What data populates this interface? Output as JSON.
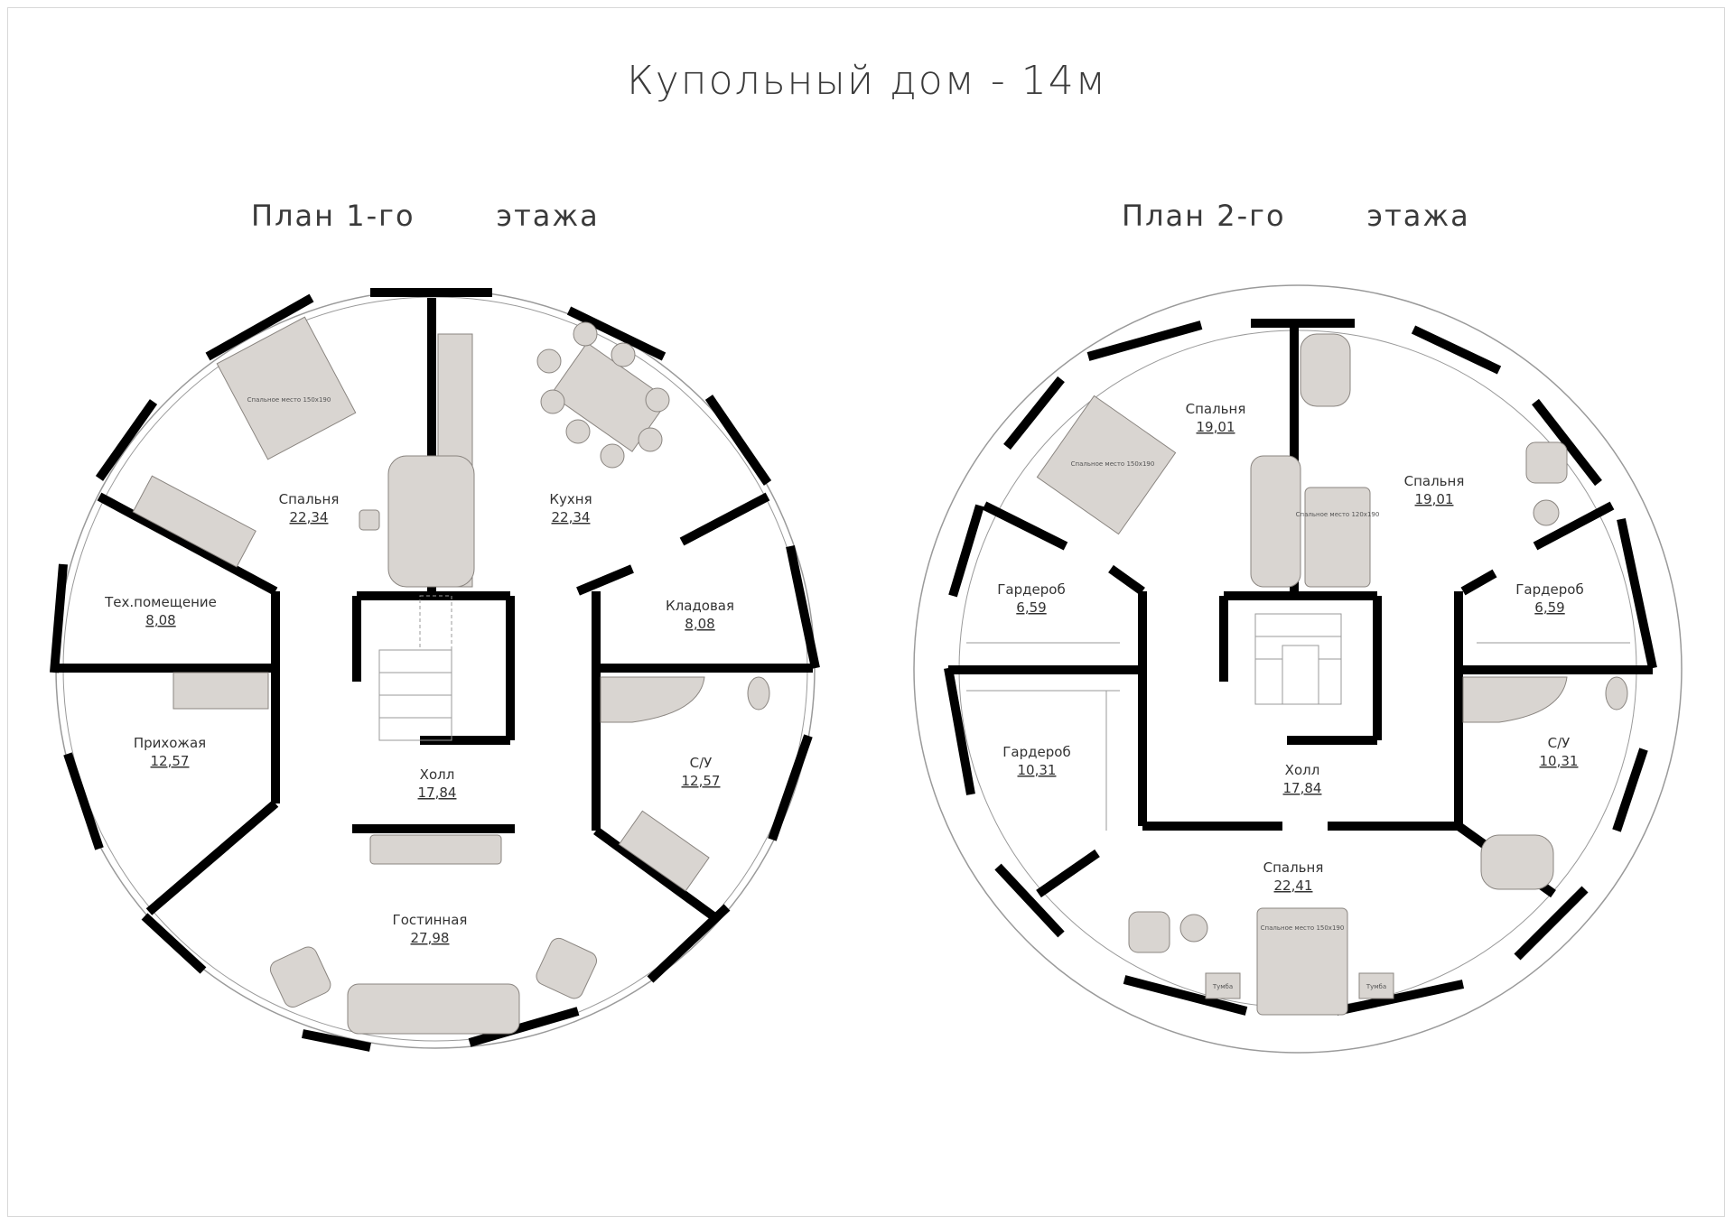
{
  "title": "Купольный дом - 14м",
  "floor1": {
    "title_part1": "План 1-го",
    "title_part2": "этажа",
    "rooms": [
      {
        "name": "Спальня",
        "area": "22,34"
      },
      {
        "name": "Кухня",
        "area": "22,34"
      },
      {
        "name": "Тех.помещение",
        "area": "8,08"
      },
      {
        "name": "Кладовая",
        "area": "8,08"
      },
      {
        "name": "Прихожая",
        "area": "12,57"
      },
      {
        "name": "С/У",
        "area": "12,57"
      },
      {
        "name": "Холл",
        "area": "17,84"
      },
      {
        "name": "Гостинная",
        "area": "27,98"
      }
    ],
    "furniture_labels": {
      "bed": "Спальное место 150х190"
    }
  },
  "floor2": {
    "title_part1": "План 2-го",
    "title_part2": "этажа",
    "rooms": [
      {
        "name": "Спальня",
        "area": "19,01"
      },
      {
        "name": "Спальня",
        "area": "19,01"
      },
      {
        "name": "Гардероб",
        "area": "6,59"
      },
      {
        "name": "Гардероб",
        "area": "6,59"
      },
      {
        "name": "Гардероб",
        "area": "10,31"
      },
      {
        "name": "С/У",
        "area": "10,31"
      },
      {
        "name": "Холл",
        "area": "17,84"
      },
      {
        "name": "Спальня",
        "area": "22,41"
      }
    ],
    "furniture_labels": {
      "bed_left": "Спальное место 150х190",
      "bed_small": "Спальное место 120х190",
      "bed_bottom": "Спальное место 150х190",
      "nightstand": "Тумба"
    }
  }
}
